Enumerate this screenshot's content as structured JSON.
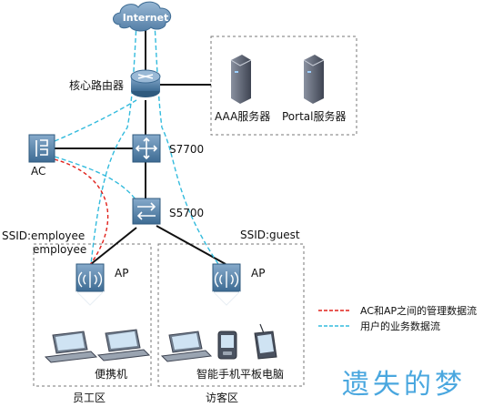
{
  "labels": {
    "internet": "Internet",
    "core_router": "核心路由器",
    "aaa_server": "AAA服务器",
    "portal_server": "Portal服务器",
    "s7700": "S7700",
    "s5700": "S5700",
    "ac": "AC",
    "ssid_employee": "SSID:employee",
    "employee": "employee",
    "ssid_guest": "SSID:guest",
    "ap_left": "AP",
    "ap_right": "AP",
    "laptop": "便携机",
    "smart_devices": "智能手机平板电脑",
    "staff_area": "员工区",
    "guest_area": "访客区",
    "watermark": "遗失的梦"
  },
  "legend": [
    {
      "label": "AC和AP之间的管理数据流",
      "color": "#e0201a",
      "style": "dashed"
    },
    {
      "label": "用户的业务数据流",
      "color": "#33bbdd",
      "style": "dashed"
    }
  ],
  "colors": {
    "device_blue": "#4f7fa6",
    "device_dark": "#2f5a7e",
    "cloud": "#6f96bb",
    "server": "#5a6170",
    "management_flow": "#e0201a",
    "user_flow": "#33bbdd",
    "watermark": "#4aa7df"
  }
}
